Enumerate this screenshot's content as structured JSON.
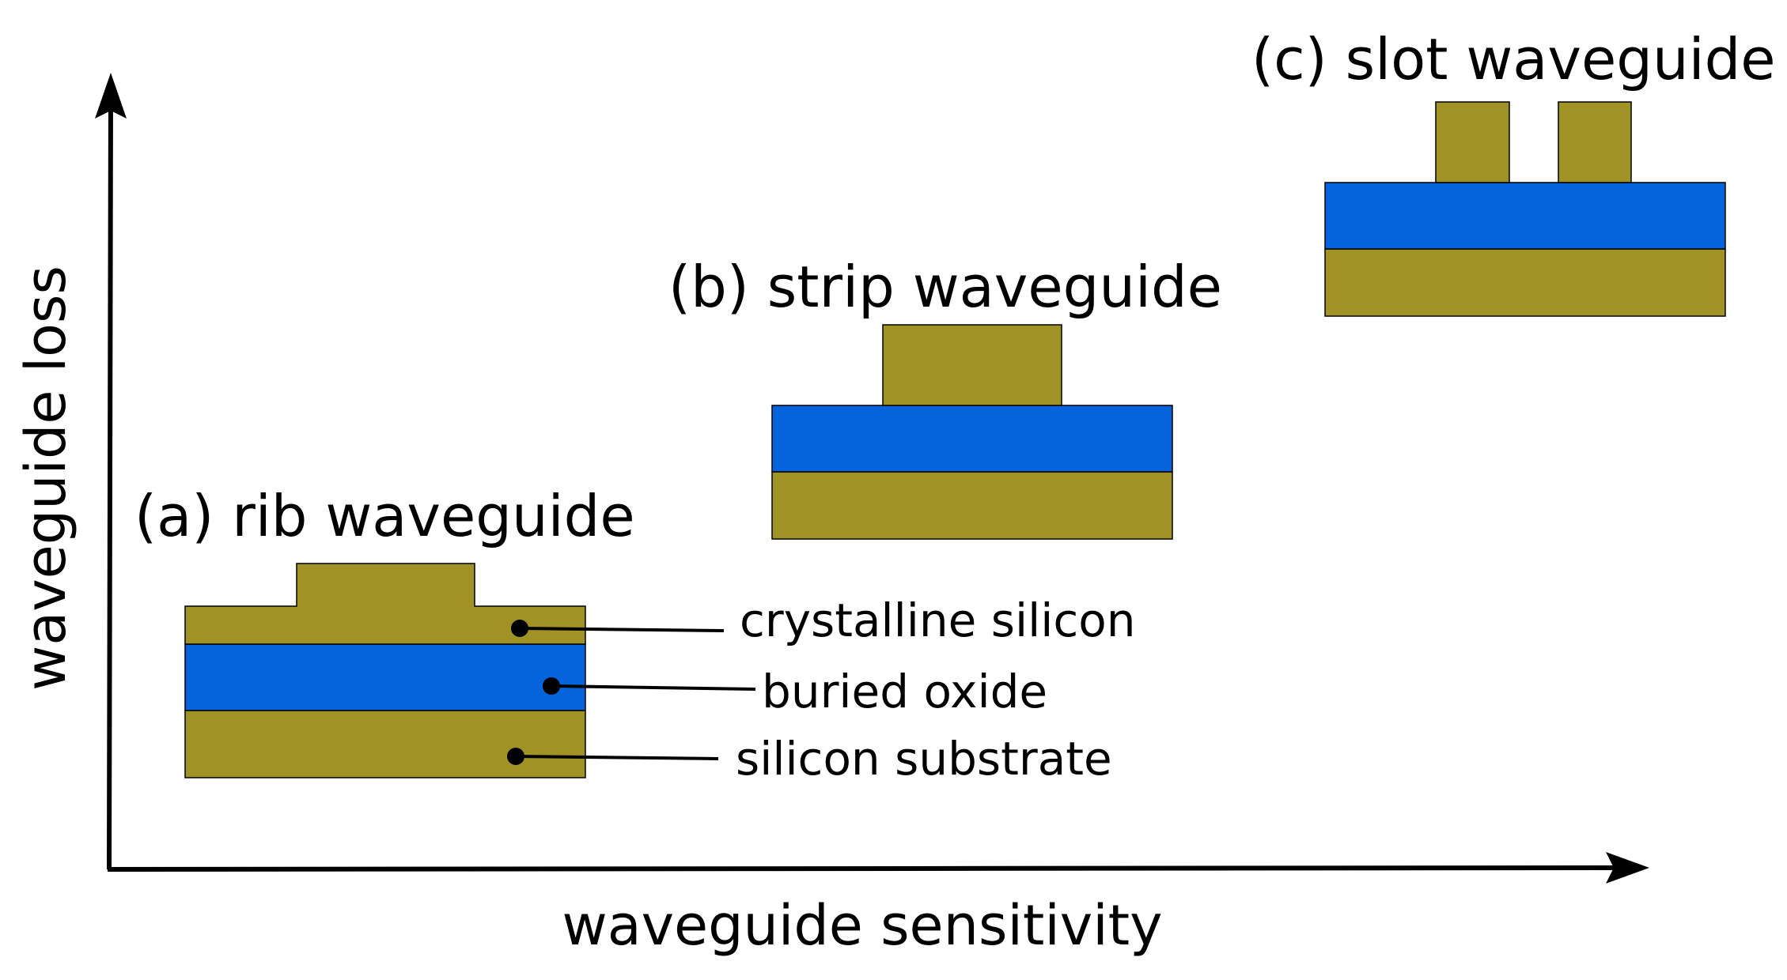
{
  "axes": {
    "x_label": "waveguide sensitivity",
    "y_label": "waveguide loss"
  },
  "waveguides": {
    "rib": {
      "title": "(a) rib waveguide"
    },
    "strip": {
      "title": "(b) strip waveguide"
    },
    "slot": {
      "title": "(c) slot waveguide"
    }
  },
  "layers": {
    "crystalline_silicon": "crystalline silicon",
    "buried_oxide": "buried oxide",
    "silicon_substrate": "silicon substrate"
  },
  "colors": {
    "silicon": "#A09224",
    "oxide": "#0563DC",
    "axis": "#000000"
  }
}
